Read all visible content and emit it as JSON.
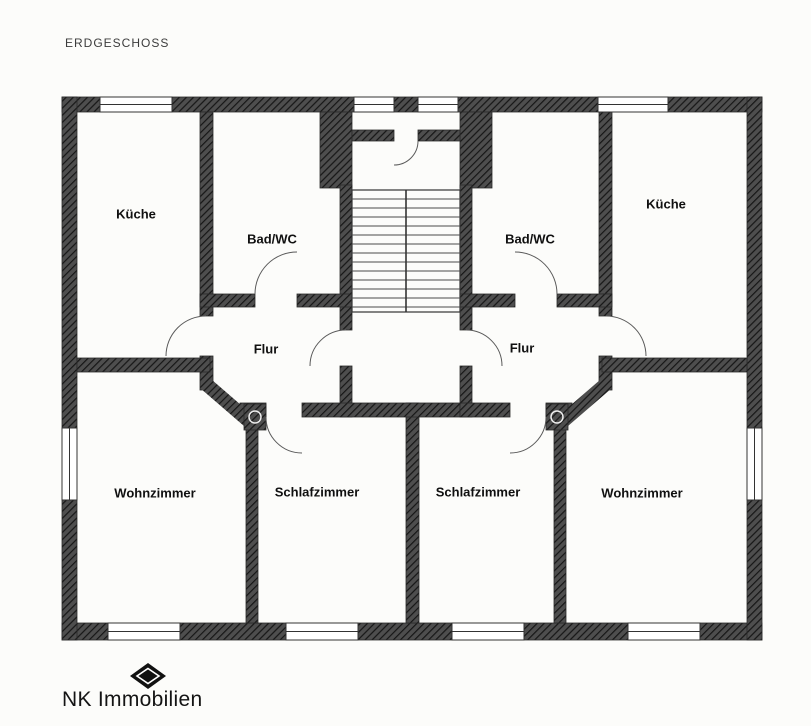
{
  "title": "ERDGESCHOSS",
  "rooms": [
    {
      "id": "kueche-left",
      "label": "Küche"
    },
    {
      "id": "bad-wc-left",
      "label": "Bad/WC"
    },
    {
      "id": "bad-wc-right",
      "label": "Bad/WC"
    },
    {
      "id": "kueche-right",
      "label": "Küche"
    },
    {
      "id": "flur-left",
      "label": "Flur"
    },
    {
      "id": "flur-right",
      "label": "Flur"
    },
    {
      "id": "wohnzimmer-left",
      "label": "Wohnzimmer"
    },
    {
      "id": "schlafzimmer-left",
      "label": "Schlafzimmer"
    },
    {
      "id": "schlafzimmer-right",
      "label": "Schlafzimmer"
    },
    {
      "id": "wohnzimmer-right",
      "label": "Wohnzimmer"
    }
  ],
  "footer": {
    "brand": "NK Immobilien",
    "logo_icon": "diamond-icon"
  },
  "colors": {
    "wall": "#4e4e4e",
    "wall_hatch": "#161616",
    "ink": "#1a1a1a",
    "background": "#fcfcfa"
  }
}
